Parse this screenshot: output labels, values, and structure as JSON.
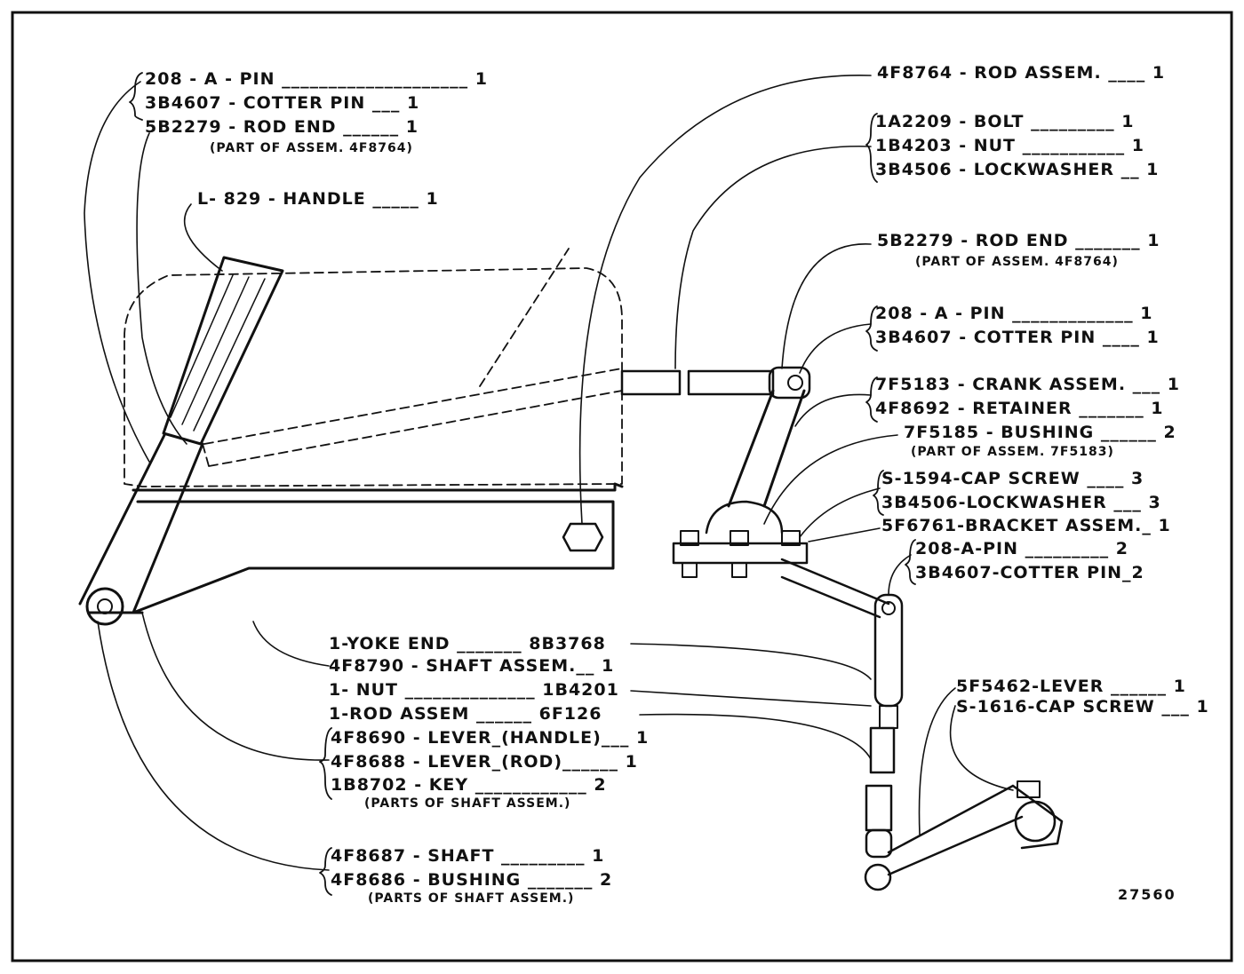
{
  "labels": {
    "l1": "208 - A - PIN ____________________ 1",
    "l2": "3B4607 - COTTER PIN ___ 1",
    "l3": "5B2279 - ROD END ______ 1",
    "l3sub": "(PART OF ASSEM. 4F8764)",
    "l4": "L- 829 - HANDLE _____ 1",
    "r1": "4F8764 - ROD ASSEM. ____ 1",
    "r2": "1A2209 - BOLT _________ 1",
    "r3": "1B4203 - NUT ___________ 1",
    "r4": "3B4506 - LOCKWASHER __ 1",
    "r5": "5B2279 - ROD END _______ 1",
    "r5sub": "(PART OF ASSEM. 4F8764)",
    "r6": "208 - A - PIN _____________ 1",
    "r7": "3B4607 - COTTER PIN ____ 1",
    "r8": "7F5183 - CRANK ASSEM. ___ 1",
    "r9": "4F8692 - RETAINER _______ 1",
    "r10": "7F5185 - BUSHING ______ 2",
    "r10sub": "(PART OF ASSEM. 7F5183)",
    "r11": "S-1594-CAP SCREW ____ 3",
    "r12": "3B4506-LOCKWASHER ___ 3",
    "r13": "5F6761-BRACKET ASSEM._ 1",
    "r14": "208-A-PIN _________ 2",
    "r15": "3B4607-COTTER PIN_2",
    "m1": "1-YOKE END _______ 8B3768",
    "m2": "4F8790 - SHAFT ASSEM.__ 1",
    "m3": "1- NUT ______________ 1B4201",
    "m4": "1-ROD ASSEM ______ 6F126",
    "m5": "4F8690 - LEVER_(HANDLE)___ 1",
    "m6": "4F8688 - LEVER_(ROD)______ 1",
    "m7": "1B8702 - KEY ____________ 2",
    "m7sub": "(PARTS OF SHAFT ASSEM.)",
    "m8": "4F8687 - SHAFT _________ 1",
    "m9": "4F8686 - BUSHING _______ 2",
    "m9sub": "(PARTS OF SHAFT ASSEM.)",
    "b1": "5F5462-LEVER ______ 1",
    "b2": "S-1616-CAP SCREW ___ 1",
    "fig": "27560"
  }
}
